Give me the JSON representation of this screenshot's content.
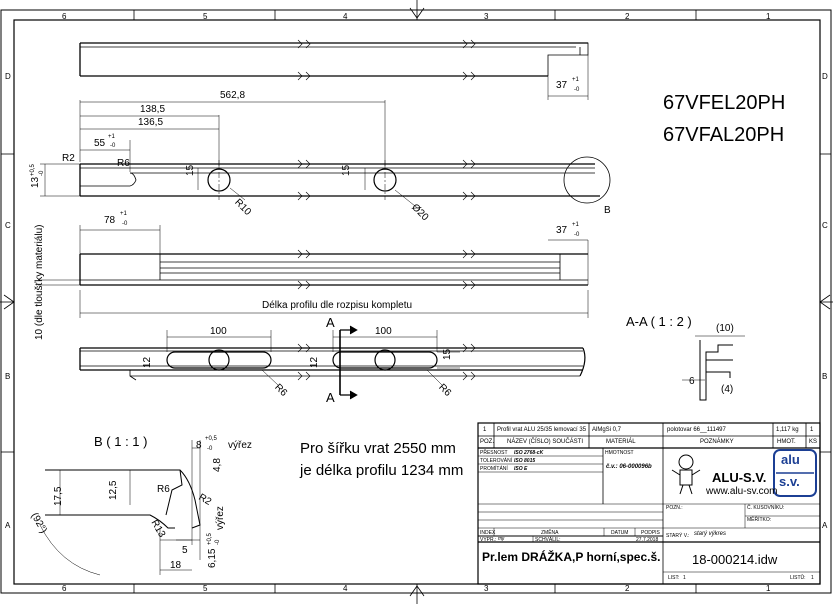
{
  "border": {
    "top_numbers": [
      "6",
      "5",
      "4",
      "3",
      "2",
      "1"
    ],
    "bottom_numbers": [
      "6",
      "5",
      "4",
      "3",
      "2",
      "1"
    ],
    "left_letters": [
      "D",
      "C",
      "B",
      "A"
    ],
    "right_letters": [
      "D",
      "C",
      "B",
      "A"
    ]
  },
  "profile_codes": [
    "67VFEL20PH",
    "67VFAL20PH"
  ],
  "dimensions": {
    "d562": "562,8",
    "d138": "138,5",
    "d136": "136,5",
    "d55": "55",
    "d55_tol_plus": "+1",
    "d55_tol_minus": "-0",
    "r2": "R2",
    "r6a": "R6",
    "d13": "13",
    "d13_tol_plus": "+0,5",
    "d13_tol_minus": "-0",
    "d15a": "15",
    "d15b": "15",
    "r10": "R10",
    "dia20": "Ø20",
    "b_label": "B",
    "d37a": "37",
    "d37a_tol_plus": "+1",
    "d37a_tol_minus": "-0",
    "d78": "78",
    "d78_tol_plus": "+1",
    "d78_tol_minus": "-0",
    "d37b": "37",
    "d37b_tol_plus": "+1",
    "d37b_tol_minus": "-0",
    "vertical_note": "10 (dle tloušťky materiálu)",
    "length_note": "Délka profilu dle rozpisu kompletu",
    "d100a": "100",
    "d100b": "100",
    "d12a": "12",
    "d12b": "12",
    "d15c": "15",
    "r6b": "R6",
    "r6c": "R6",
    "section_a_top": "A",
    "section_a_bottom": "A"
  },
  "section_aa": {
    "title": "A-A ( 1 : 2 )",
    "d10": "(10)",
    "d6": "6",
    "d4": "(4)"
  },
  "detail_b": {
    "title": "B ( 1 : 1 )",
    "d8": "8",
    "d8_tol_plus": "+0,5",
    "d8_tol_minus": "-0",
    "vyrez1": "výřez",
    "d4_8": "4,8",
    "d17_5": "17,5",
    "d12_5": "12,5",
    "r6": "R6",
    "r2": "R2",
    "r13": "R13",
    "angle": "(92°)",
    "d5": "5",
    "d18": "18",
    "d6_15": "6,15",
    "d6_15_tol_plus": "+0,5",
    "d6_15_tol_minus": "-0",
    "vyrez2": "výřez"
  },
  "note_lines": [
    "Pro šířku vrat 2550 mm",
    "je délka profilu 1234 mm"
  ],
  "title_block": {
    "row1": {
      "pos": "1",
      "name": "Profil vrat ALU 25/35 lemovací 35",
      "material": "AlMgSi 0,7",
      "note": "polotovar 66__111497",
      "weight": "1,117 kg",
      "qty": "1"
    },
    "headers": {
      "pos": "POZ.",
      "name": "NÁZEV (ČÍSLO) SOUČÁSTI",
      "material": "MATERIÁL",
      "notes": "POZNÁMKY",
      "weight": "HMOT.",
      "qty": "KS"
    },
    "presnost_label": "PŘESNOST",
    "presnost_value": "ISO 2768-cK",
    "tolerovani_label": "TOLEROVÁNÍ",
    "tolerovani_value": "ISO 8015",
    "promitani_label": "PROMÍTÁNÍ",
    "promitani_value": "ISO E",
    "hmotnost_label": "HMOTNOST",
    "cislo_vykresu": "č.v.: 06-000096b",
    "company": "ALU-S.V.",
    "website": "www.alu-sv.com",
    "logo_top": "alu",
    "logo_bottom": "s.v.",
    "pozn_label": "POZN.:",
    "kusovnik_label": "Č. KUSOVNÍKU:",
    "meritko_label": "MĚŘÍTKO:",
    "index_label": "INDEX",
    "zmena_label": "ZMĚNA",
    "datum_label": "DATUM",
    "podpis_label": "PODPIS",
    "vypr_label": "VYPR.:",
    "vypr_value": "mji",
    "schvalil_label": "SCHVÁLIL:",
    "date_value": "27.7.2018",
    "stary_label": "STARÝ V.:",
    "stary_value": "starý výkres",
    "drawing_title": "Pr.lem DRÁŽKA,P horní,spec.š.",
    "drawing_number": "18-000214.idw",
    "list_label": "LIST:",
    "list_value": "1",
    "listu_label": "LISTŮ:",
    "listu_value": "1"
  }
}
